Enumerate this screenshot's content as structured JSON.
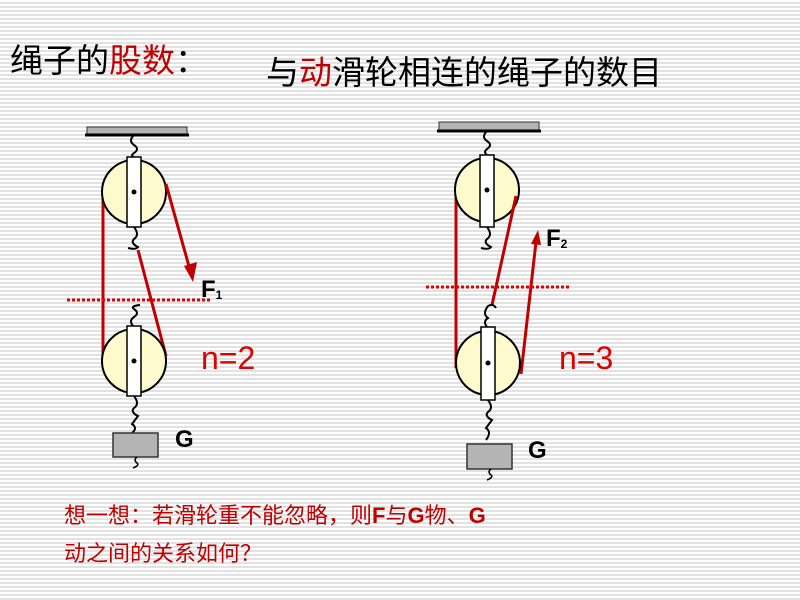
{
  "title": {
    "label_parts": [
      "绳子的",
      "股数",
      "："
    ],
    "definition_parts": [
      "与",
      "动",
      "滑轮相连的绳子的数目"
    ]
  },
  "diagrams": [
    {
      "force_label": "F",
      "force_sub": "1",
      "n_label": "n=2",
      "weight_label": "G"
    },
    {
      "force_label": "F",
      "force_sub": "2",
      "n_label": "n=3",
      "weight_label": "G"
    }
  ],
  "question": {
    "line1_a": "想一想：若滑轮重不能忽略，则",
    "line1_F": "F",
    "line1_b": "与",
    "line1_G1": "G",
    "line1_c": "物、",
    "line1_G2": "G",
    "line2": "动之间的关系如何？"
  },
  "colors": {
    "rope": "#c00000",
    "pulley": "#fffacd",
    "support": "#b4b4b4"
  }
}
